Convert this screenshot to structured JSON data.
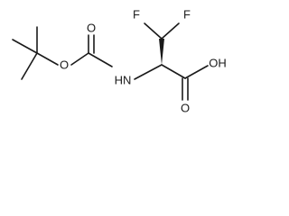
{
  "molecule": {
    "atoms": {
      "fluorine_left": "F",
      "fluorine_right": "F",
      "ester_oxygen": "O",
      "carbamate_carbonyl_oxygen": "O",
      "nitrogen": "HN",
      "acid_hydroxyl": "OH",
      "acid_carbonyl_oxygen": "O"
    }
  }
}
